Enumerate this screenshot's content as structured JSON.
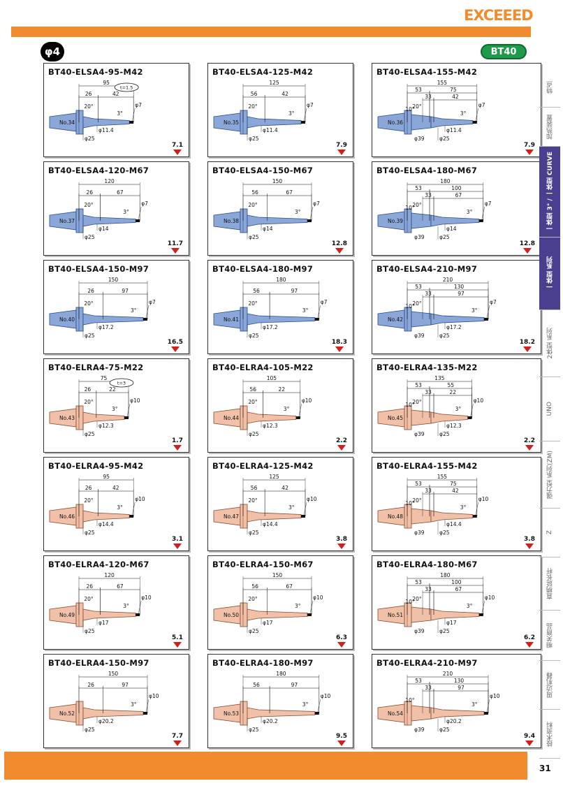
{
  "header": {
    "logo": "EXCEEED"
  },
  "badges": {
    "diameter": "φ4",
    "series": "BT40"
  },
  "products": [
    {
      "title": "BT40-ELSA4-95-M42",
      "no": "No.34",
      "color": "blue",
      "dims": [
        "95",
        "26",
        "42"
      ],
      "phi_tip": "φ7",
      "phi_a": "φ11.4",
      "phi_b": "φ25",
      "phi_c": "",
      "note": "t=1.5",
      "weight": "7.1",
      "angle": "20°"
    },
    {
      "title": "BT40-ELSA4-125-M42",
      "no": "No.35",
      "color": "blue",
      "dims": [
        "125",
        "56",
        "42"
      ],
      "phi_tip": "φ7",
      "phi_a": "φ11.4",
      "phi_b": "φ25",
      "phi_c": "",
      "note": "",
      "weight": "7.9",
      "angle": "20°"
    },
    {
      "title": "BT40-ELSA4-155-M42",
      "no": "No.36",
      "color": "blue",
      "dims": [
        "155",
        "53",
        "75",
        "33",
        "42"
      ],
      "phi_tip": "φ7",
      "phi_a": "φ11.4",
      "phi_b": "φ25",
      "phi_c": "φ39",
      "note": "",
      "weight": "7.9",
      "angle": "20°",
      "angle2": "10°"
    },
    {
      "title": "BT40-ELSA4-120-M67",
      "no": "No.37",
      "color": "blue",
      "dims": [
        "120",
        "26",
        "67"
      ],
      "phi_tip": "φ7",
      "phi_a": "φ14",
      "phi_b": "φ25",
      "phi_c": "",
      "note": "",
      "weight": "11.7",
      "angle": "20°"
    },
    {
      "title": "BT40-ELSA4-150-M67",
      "no": "No.38",
      "color": "blue",
      "dims": [
        "150",
        "56",
        "67"
      ],
      "phi_tip": "φ7",
      "phi_a": "φ14",
      "phi_b": "φ25",
      "phi_c": "",
      "note": "",
      "weight": "12.8",
      "angle": "20°"
    },
    {
      "title": "BT40-ELSA4-180-M67",
      "no": "No.39",
      "color": "blue",
      "dims": [
        "180",
        "53",
        "100",
        "33",
        "67"
      ],
      "phi_tip": "φ7",
      "phi_a": "φ14",
      "phi_b": "φ25",
      "phi_c": "φ39",
      "note": "",
      "weight": "12.8",
      "angle": "20°",
      "angle2": "10°"
    },
    {
      "title": "BT40-ELSA4-150-M97",
      "no": "No.40",
      "color": "blue",
      "dims": [
        "150",
        "26",
        "97"
      ],
      "phi_tip": "φ7",
      "phi_a": "φ17.2",
      "phi_b": "φ25",
      "phi_c": "",
      "note": "",
      "weight": "16.5",
      "angle": "20°"
    },
    {
      "title": "BT40-ELSA4-180-M97",
      "no": "No.41",
      "color": "blue",
      "dims": [
        "180",
        "56",
        "97"
      ],
      "phi_tip": "φ7",
      "phi_a": "φ17.2",
      "phi_b": "φ25",
      "phi_c": "",
      "note": "",
      "weight": "18.3",
      "angle": "20°"
    },
    {
      "title": "BT40-ELSA4-210-M97",
      "no": "No.42",
      "color": "blue",
      "dims": [
        "210",
        "53",
        "130",
        "33",
        "97"
      ],
      "phi_tip": "φ7",
      "phi_a": "φ17.2",
      "phi_b": "φ25",
      "phi_c": "φ39",
      "note": "",
      "weight": "18.2",
      "angle": "20°",
      "angle2": "10°"
    },
    {
      "title": "BT40-ELRA4-75-M22",
      "no": "No.43",
      "color": "pink",
      "dims": [
        "75",
        "26",
        "22"
      ],
      "phi_tip": "φ10",
      "phi_a": "φ12.3",
      "phi_b": "φ25",
      "phi_c": "",
      "note": "t=3",
      "weight": "1.7",
      "angle": "20°"
    },
    {
      "title": "BT40-ELRA4-105-M22",
      "no": "No.44",
      "color": "pink",
      "dims": [
        "105",
        "56",
        "22"
      ],
      "phi_tip": "φ10",
      "phi_a": "φ12.3",
      "phi_b": "φ25",
      "phi_c": "",
      "note": "",
      "weight": "2.2",
      "angle": "20°"
    },
    {
      "title": "BT40-ELRA4-135-M22",
      "no": "No.45",
      "color": "pink",
      "dims": [
        "135",
        "53",
        "55",
        "33",
        "22"
      ],
      "phi_tip": "φ10",
      "phi_a": "φ12.3",
      "phi_b": "φ25",
      "phi_c": "φ39",
      "note": "",
      "weight": "2.2",
      "angle": "20°",
      "angle2": "10°"
    },
    {
      "title": "BT40-ELRA4-95-M42",
      "no": "No.46",
      "color": "pink",
      "dims": [
        "95",
        "26",
        "42"
      ],
      "phi_tip": "φ10",
      "phi_a": "φ14.4",
      "phi_b": "φ25",
      "phi_c": "",
      "note": "",
      "weight": "3.1",
      "angle": "20°"
    },
    {
      "title": "BT40-ELRA4-125-M42",
      "no": "No.47",
      "color": "pink",
      "dims": [
        "125",
        "56",
        "42"
      ],
      "phi_tip": "φ10",
      "phi_a": "φ14.4",
      "phi_b": "φ25",
      "phi_c": "",
      "note": "",
      "weight": "3.8",
      "angle": "20°"
    },
    {
      "title": "BT40-ELRA4-155-M42",
      "no": "No.48",
      "color": "pink",
      "dims": [
        "155",
        "53",
        "75",
        "33",
        "42"
      ],
      "phi_tip": "φ10",
      "phi_a": "φ14.4",
      "phi_b": "φ25",
      "phi_c": "φ39",
      "note": "",
      "weight": "3.8",
      "angle": "20°",
      "angle2": "10°"
    },
    {
      "title": "BT40-ELRA4-120-M67",
      "no": "No.49",
      "color": "pink",
      "dims": [
        "120",
        "26",
        "67"
      ],
      "phi_tip": "φ10",
      "phi_a": "φ17",
      "phi_b": "φ25",
      "phi_c": "",
      "note": "",
      "weight": "5.1",
      "angle": "20°"
    },
    {
      "title": "BT40-ELRA4-150-M67",
      "no": "No.50",
      "color": "pink",
      "dims": [
        "150",
        "56",
        "67"
      ],
      "phi_tip": "φ10",
      "phi_a": "φ17",
      "phi_b": "φ25",
      "phi_c": "",
      "note": "",
      "weight": "6.3",
      "angle": "20°"
    },
    {
      "title": "BT40-ELRA4-180-M67",
      "no": "No.51",
      "color": "pink",
      "dims": [
        "180",
        "53",
        "100",
        "33",
        "67"
      ],
      "phi_tip": "φ10",
      "phi_a": "φ17",
      "phi_b": "φ25",
      "phi_c": "φ39",
      "note": "",
      "weight": "6.2",
      "angle": "20°",
      "angle2": "10°"
    },
    {
      "title": "BT40-ELRA4-150-M97",
      "no": "No.52",
      "color": "pink",
      "dims": [
        "150",
        "26",
        "97"
      ],
      "phi_tip": "φ10",
      "phi_a": "φ20.2",
      "phi_b": "φ25",
      "phi_c": "",
      "note": "",
      "weight": "7.7",
      "angle": "",
      "angle2": ""
    },
    {
      "title": "BT40-ELRA4-180-M97",
      "no": "No.53",
      "color": "pink",
      "dims": [
        "180",
        "56",
        "97"
      ],
      "phi_tip": "φ10",
      "phi_a": "φ20.2",
      "phi_b": "φ25",
      "phi_c": "",
      "note": "",
      "weight": "9.5",
      "angle": "",
      "angle2": ""
    },
    {
      "title": "BT40-ELRA4-210-M97",
      "no": "No.54",
      "color": "pink",
      "dims": [
        "210",
        "53",
        "130",
        "33",
        "97"
      ],
      "phi_tip": "φ10",
      "phi_a": "φ20.2",
      "phi_b": "φ25",
      "phi_c": "φ39",
      "note": "",
      "weight": "9.4",
      "angle": "",
      "angle2": "10°"
    }
  ],
  "sidebar": [
    {
      "label": "特点",
      "active": false
    },
    {
      "label": "加热装置",
      "active": false
    },
    {
      "label": "一体型 3° / 一体型 CURVE",
      "active": true
    },
    {
      "label": "一体型 系列",
      "active": true
    },
    {
      "label": "2体型 系列",
      "active": false
    },
    {
      "label": "UNO",
      "active": false
    },
    {
      "label": "强力型 系列(ZM)",
      "active": false
    },
    {
      "label": "Z",
      "active": false
    },
    {
      "label": "直柄延长杆",
      "active": false
    },
    {
      "label": "相关商品",
      "active": false
    },
    {
      "label": "周边机器",
      "active": false
    },
    {
      "label": "技术资料",
      "active": false
    }
  ],
  "footer": {
    "page": "31"
  },
  "colors": {
    "orange": "#f08c2e",
    "blue_body": "#8ba7d8",
    "blue_dark": "#2b4b8f",
    "pink_body": "#f0c0a8",
    "pink_dark": "#8a4a2e",
    "badge_green": "#1f9a4a",
    "side_active": "#4a3f8f",
    "arrow_red": "#d0201b"
  }
}
